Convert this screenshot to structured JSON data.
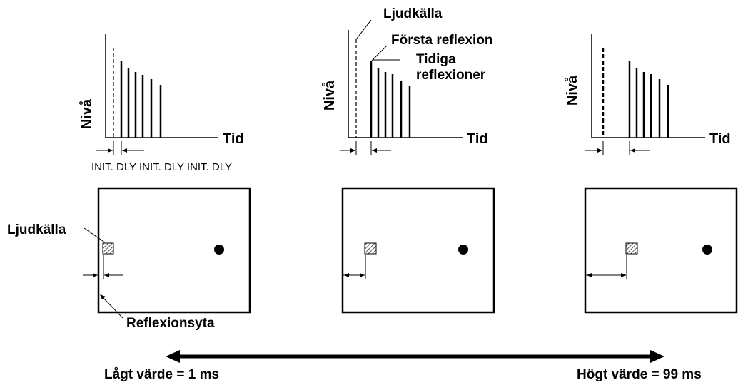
{
  "colors": {
    "ink": "#000000",
    "background": "#ffffff",
    "hatch": "#555555"
  },
  "labels": {
    "level_axis": "Nivå",
    "time_axis": "Tid",
    "sound_source": "Ljudkälla",
    "first_reflection": "Första reflexion",
    "early_reflections_line1": "Tidiga",
    "early_reflections_line2": "reflexioner",
    "init_dly_row": "INIT. DLY INIT. DLY INIT. DLY",
    "sound_source_room": "Ljudkälla",
    "reflection_surface": "Reflexionsyta",
    "low_value": "Lågt värde = 1 ms",
    "high_value": "Högt värde = 99 ms"
  },
  "icons": {
    "source": "hatched-square-icon",
    "listener": "listener-dot-icon",
    "range_arrow": "double-arrow-icon"
  }
}
